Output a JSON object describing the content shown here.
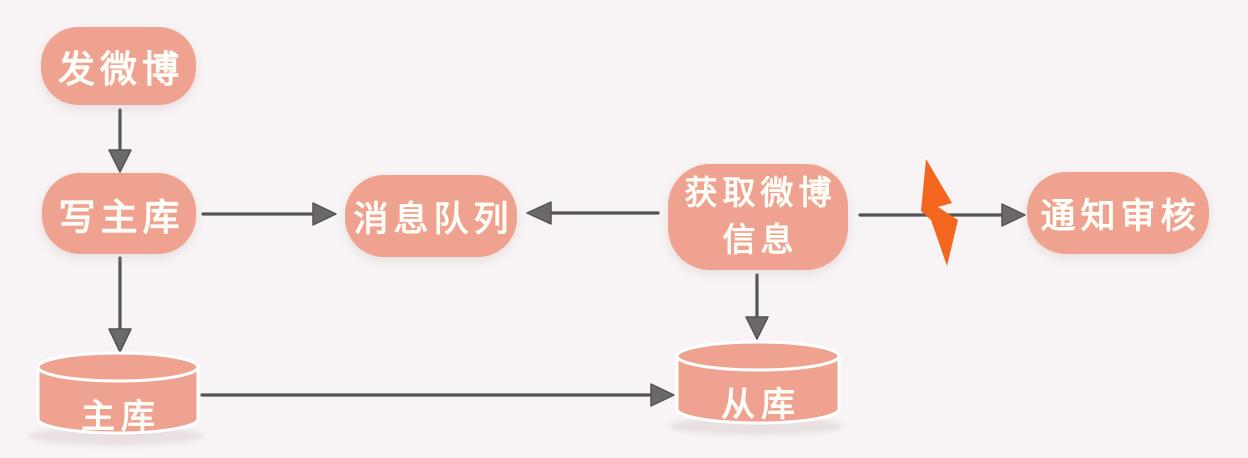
{
  "colors": {
    "background": "#f8f4f5",
    "node-fill": "#efa28f",
    "text": "#fffdf8",
    "arrow": "#545454",
    "arrow-head": "#696969",
    "bolt": "#f4651e"
  },
  "diagram": {
    "type": "flowchart",
    "description_language": "zh-CN",
    "nodes": [
      {
        "id": "post-weibo",
        "label": "发微博",
        "shape": "rounded-rect"
      },
      {
        "id": "write-master-db",
        "label": "写主库",
        "shape": "rounded-rect"
      },
      {
        "id": "message-queue",
        "label": "消息队列",
        "shape": "rounded-rect"
      },
      {
        "id": "fetch-weibo-info",
        "label": "获取微博信息",
        "lines": [
          "获取微博",
          "信息"
        ],
        "shape": "rounded-rect"
      },
      {
        "id": "notify-review",
        "label": "通知审核",
        "shape": "rounded-rect"
      },
      {
        "id": "master-db",
        "label": "主库",
        "shape": "cylinder"
      },
      {
        "id": "slave-db",
        "label": "从库",
        "shape": "cylinder"
      }
    ],
    "edges": [
      {
        "from": "post-weibo",
        "to": "write-master-db",
        "direction": "down"
      },
      {
        "from": "write-master-db",
        "to": "message-queue",
        "direction": "right"
      },
      {
        "from": "fetch-weibo-info",
        "to": "message-queue",
        "direction": "left"
      },
      {
        "from": "write-master-db",
        "to": "master-db",
        "direction": "down"
      },
      {
        "from": "fetch-weibo-info",
        "to": "slave-db",
        "direction": "down"
      },
      {
        "from": "fetch-weibo-info",
        "to": "notify-review",
        "direction": "right",
        "decorator": "lightning-bolt"
      },
      {
        "from": "master-db",
        "to": "slave-db",
        "direction": "right"
      }
    ]
  }
}
